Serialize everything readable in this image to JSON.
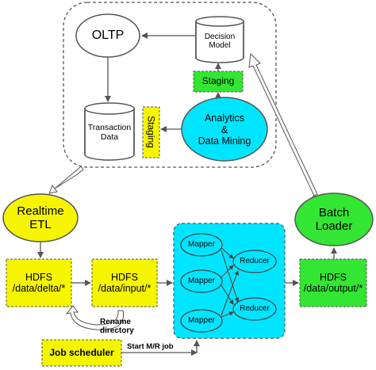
{
  "nodes": {
    "oltp": "OLTP",
    "decision_model": "Decision\nModel",
    "staging_top": "Staging",
    "transaction_data": "Transaction\nData",
    "staging_side": "Staging",
    "analytics": "Analytics\n&\nData Mining",
    "realtime_etl": "Realtime\nETL",
    "batch_loader": "Batch\nLoader",
    "hdfs_delta": "HDFS\n/data/delta/*",
    "hdfs_input": "HDFS\n/data/input/*",
    "hdfs_output": "HDFS\n/data/output/*",
    "mapper_1": "Mapper",
    "mapper_2": "Mapper",
    "mapper_3": "Mapper",
    "reducer_1": "Reducer",
    "reducer_2": "Reducer",
    "job_scheduler": "Job scheduler"
  },
  "edge_labels": {
    "rename_directory": "Rename\ndirectory",
    "start_mr_job": "Start M/R job"
  },
  "colors": {
    "yellow": "#f5f500",
    "green": "#33e633",
    "cyan": "#00e5ff",
    "white": "#ffffff",
    "outline": "#333333"
  }
}
